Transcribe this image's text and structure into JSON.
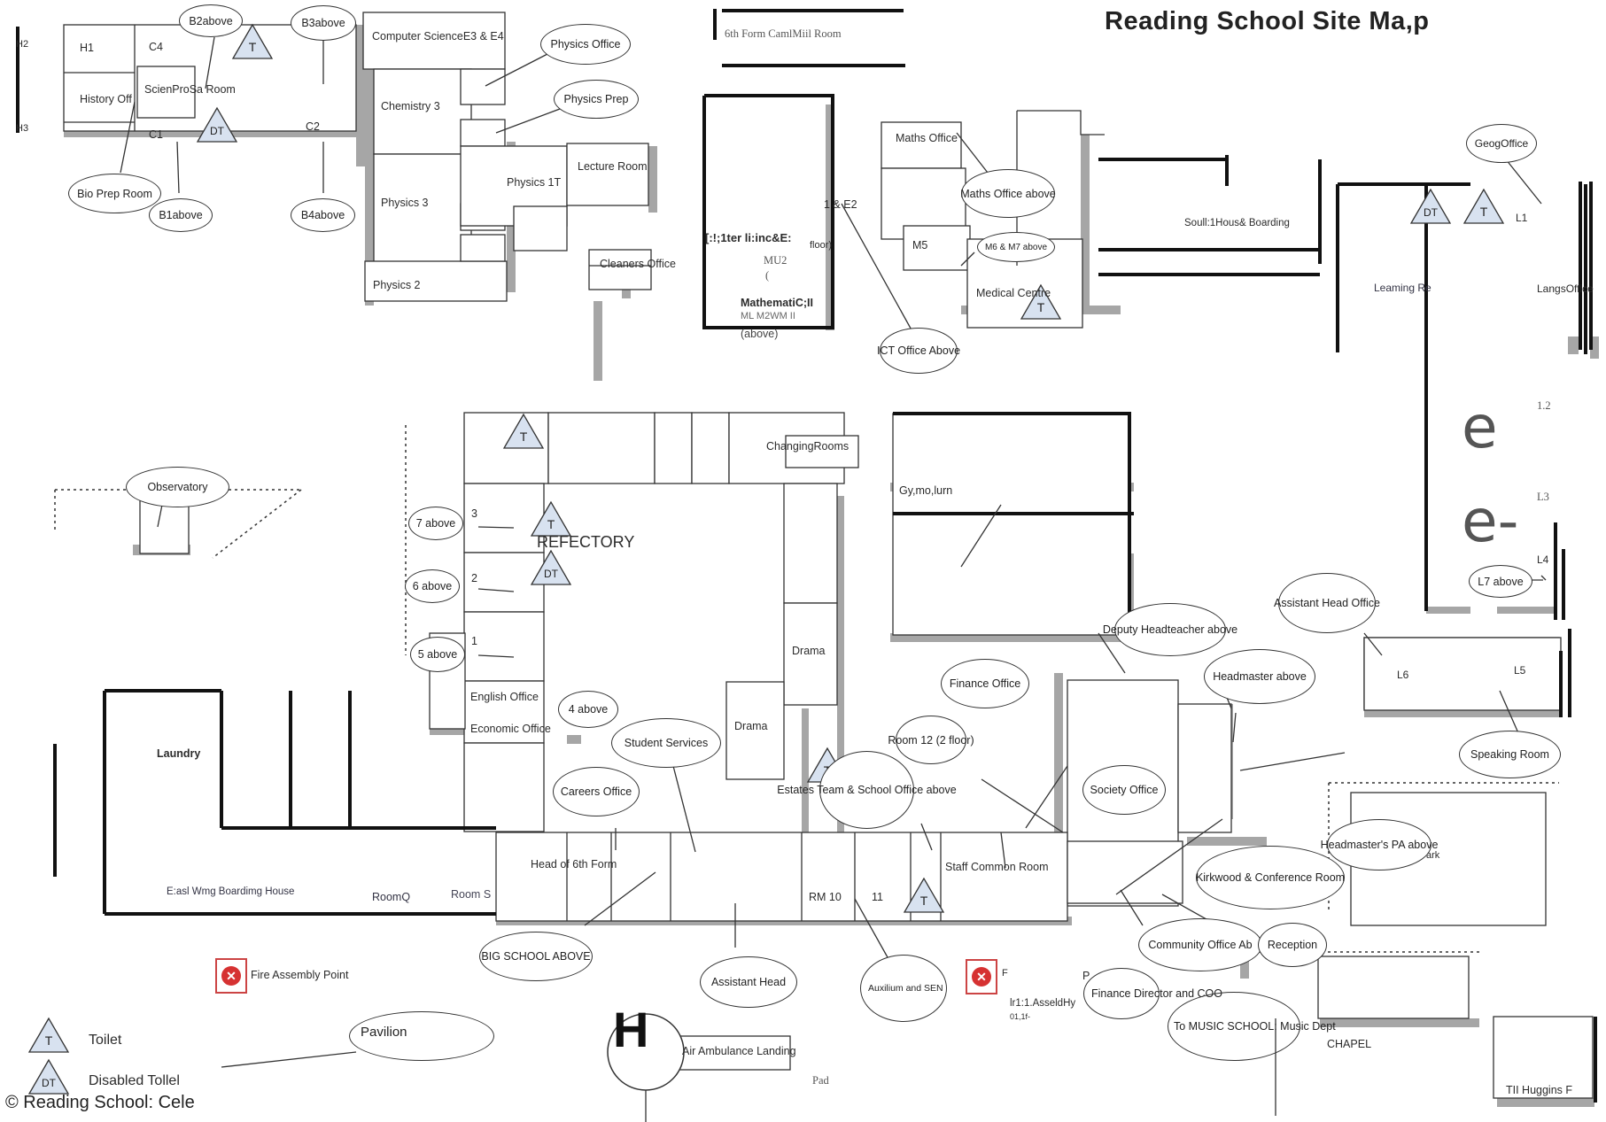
{
  "title": "Reading School Site Ma,p",
  "copyright": "© Reading School: Cele",
  "legend": {
    "toilet": "Toilet",
    "disabled_toilet": "Disabled Tollel",
    "toilet_symbol": "T",
    "disabled_symbol": "DT"
  },
  "fire_assembly": "Fire Assembly Point",
  "sixth_form_room": "6th   Form CamlMiil Room",
  "rooms": {
    "h1": "H1",
    "c4": "C4",
    "history": "History Off",
    "science_prep": "ScienProSa Room",
    "c1": "C1",
    "c2": "C2",
    "h2": "H2",
    "h3": "H3",
    "computer_science": "Computer ScienceE3 & E4",
    "chemistry": "Chemistry 3",
    "physics3": "Physics 3",
    "physics1t": "Physics 1T",
    "lecture_room": "Lecture Room",
    "physics2": "Physics 2",
    "cleaners": "Cleaners Office",
    "maths_block_a": "[:!;1ter  li:inc&E:",
    "maths_block_b": "MU2",
    "maths_block_c": "(",
    "maths_block_d": "MathematiC;II",
    "maths_block_e": "ML M2WM II",
    "maths_block_f": "(above)",
    "e_e2": "1 & E2",
    "floor": "floor)",
    "maths_office": "Maths Office",
    "m5": "M5",
    "medical": "Medical Centre",
    "south_house": "Soull:1Hous&  Boarding",
    "learning": "Leaming Re",
    "langs_office": "LangsOffice",
    "l1": "L1",
    "l2": "1.2",
    "l3": "L3",
    "l4": "L4",
    "l5": "L5",
    "l6": "L6",
    "changing": "ChangingRooms",
    "gym": "Gy,mo,lurn",
    "refectory": "REFECTORY",
    "n3": "3",
    "n2": "2",
    "n1": "1",
    "drama1": "Drama",
    "drama2": "Drama",
    "english": "English Office",
    "economic": "Economic Office",
    "laundry": "Laundry",
    "east_wing": "E:asl Wmg Boardimg House",
    "room_q": "RoomQ",
    "room_s": "Room S",
    "head6th": "Head of 6th Form",
    "rm10": "RM 10",
    "rm11": "11",
    "staff_common": "Staff Common Room",
    "chapel": "CHAPEL",
    "huggins": "TII Huggins F",
    "air_amb": "Air Ambulance Landing",
    "pad": "Pad",
    "asset_a": "lr1:1.AsseldHy",
    "asset_b": "01,1f-",
    "f_mark": "F",
    "p_mark": "P",
    "park": "ark"
  },
  "ellipses": {
    "b2": "B2above",
    "b3": "B3above",
    "physics_office": "Physics Office",
    "physics_prep": "Physics Prep",
    "bio_prep": "Bio Prep Room",
    "b1": "B1above",
    "b4": "B4above",
    "geog": "GeogOffice",
    "maths_office_above": "Maths Office above",
    "m6m7": "M6 & M7 above",
    "ict": "ICT Office Above",
    "observatory": "Observatory",
    "seven": "7 above",
    "six": "6 above",
    "five": "5 above",
    "four": "4 above",
    "student_services": "Student Services",
    "careers": "Careers Office",
    "finance": "Finance Office",
    "room12": "Room 12 (2 floor)",
    "estates": "Estates Team & School Office above",
    "deputy": "Deputy Headteacher above",
    "assistant_head_office": "Assistant Head Office",
    "l7": "L7 above",
    "headmaster": "Headmaster above",
    "society": "Society Office",
    "speaking": "Speaking Room",
    "pa": "Headmaster's PA above",
    "kirkwood": "Kirkwood & Conference Room",
    "community": "Community Office Ab",
    "reception": "Reception",
    "big_school": "BIG SCHOOL ABOVE",
    "assistant_head": "Assistant Head",
    "auxilium": "Auxilium and SEN Office Ab",
    "finance_director": "Finance Director and COO",
    "music": "To MUSIC SCHOOL: Music Dept",
    "pavilion": "Pavilion"
  },
  "big_letters": {
    "h": "H",
    "e1": "e",
    "e2": "e-"
  },
  "colors": {
    "wall": "#1a1a1a",
    "shadow": "#9a9a9a",
    "triangle_fill": "#d8e2f0",
    "fire_red": "#d63232"
  }
}
